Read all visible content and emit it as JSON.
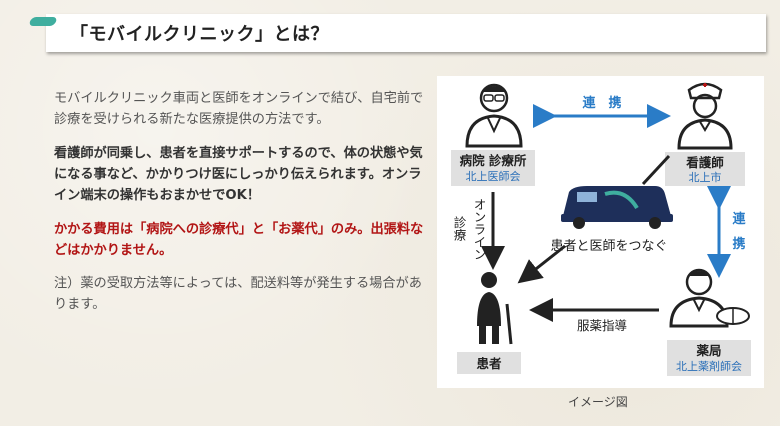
{
  "title": "「モバイルクリニック」とは？",
  "paragraphs": {
    "p1": "モバイルクリニック車両と医師をオンラインで結び、自宅前で診療を受けられる新たな医療提供の方法です。",
    "p2": "看護師が同乗し、患者を直接サポートするので、体の状態や気になる事など、かかりつけ医にしっかり伝えられます。オンライン端末の操作もおまかせでOK！",
    "p3": "かかる費用は「病院への診療代」と「お薬代」のみ。出張料などはかかりません。",
    "p4": "注）薬の受取方法等によっては、配送料等が発生する場合があります。"
  },
  "diagram": {
    "hospital_label": "病院 診療所",
    "hospital_sub": "北上医師会",
    "nurse_label": "看護師",
    "nurse_sub": "北上市",
    "patient_label": "患者",
    "pharmacy_label": "薬局",
    "pharmacy_sub": "北上薬剤師会",
    "link_top": "連　携",
    "link_right_1": "連",
    "link_right_2": "携",
    "online_1": "オンライン",
    "online_2": "診療",
    "connect_text": "患者と医師をつなぐ",
    "medication_text": "服薬指導"
  },
  "caption": "イメージ図",
  "colors": {
    "accent": "#3fae9f",
    "red_text": "#b21515",
    "blue_arrow": "#2a7cc7",
    "label_bg": "#e0e0e0",
    "sub_text_blue": "#2a6fb8"
  }
}
